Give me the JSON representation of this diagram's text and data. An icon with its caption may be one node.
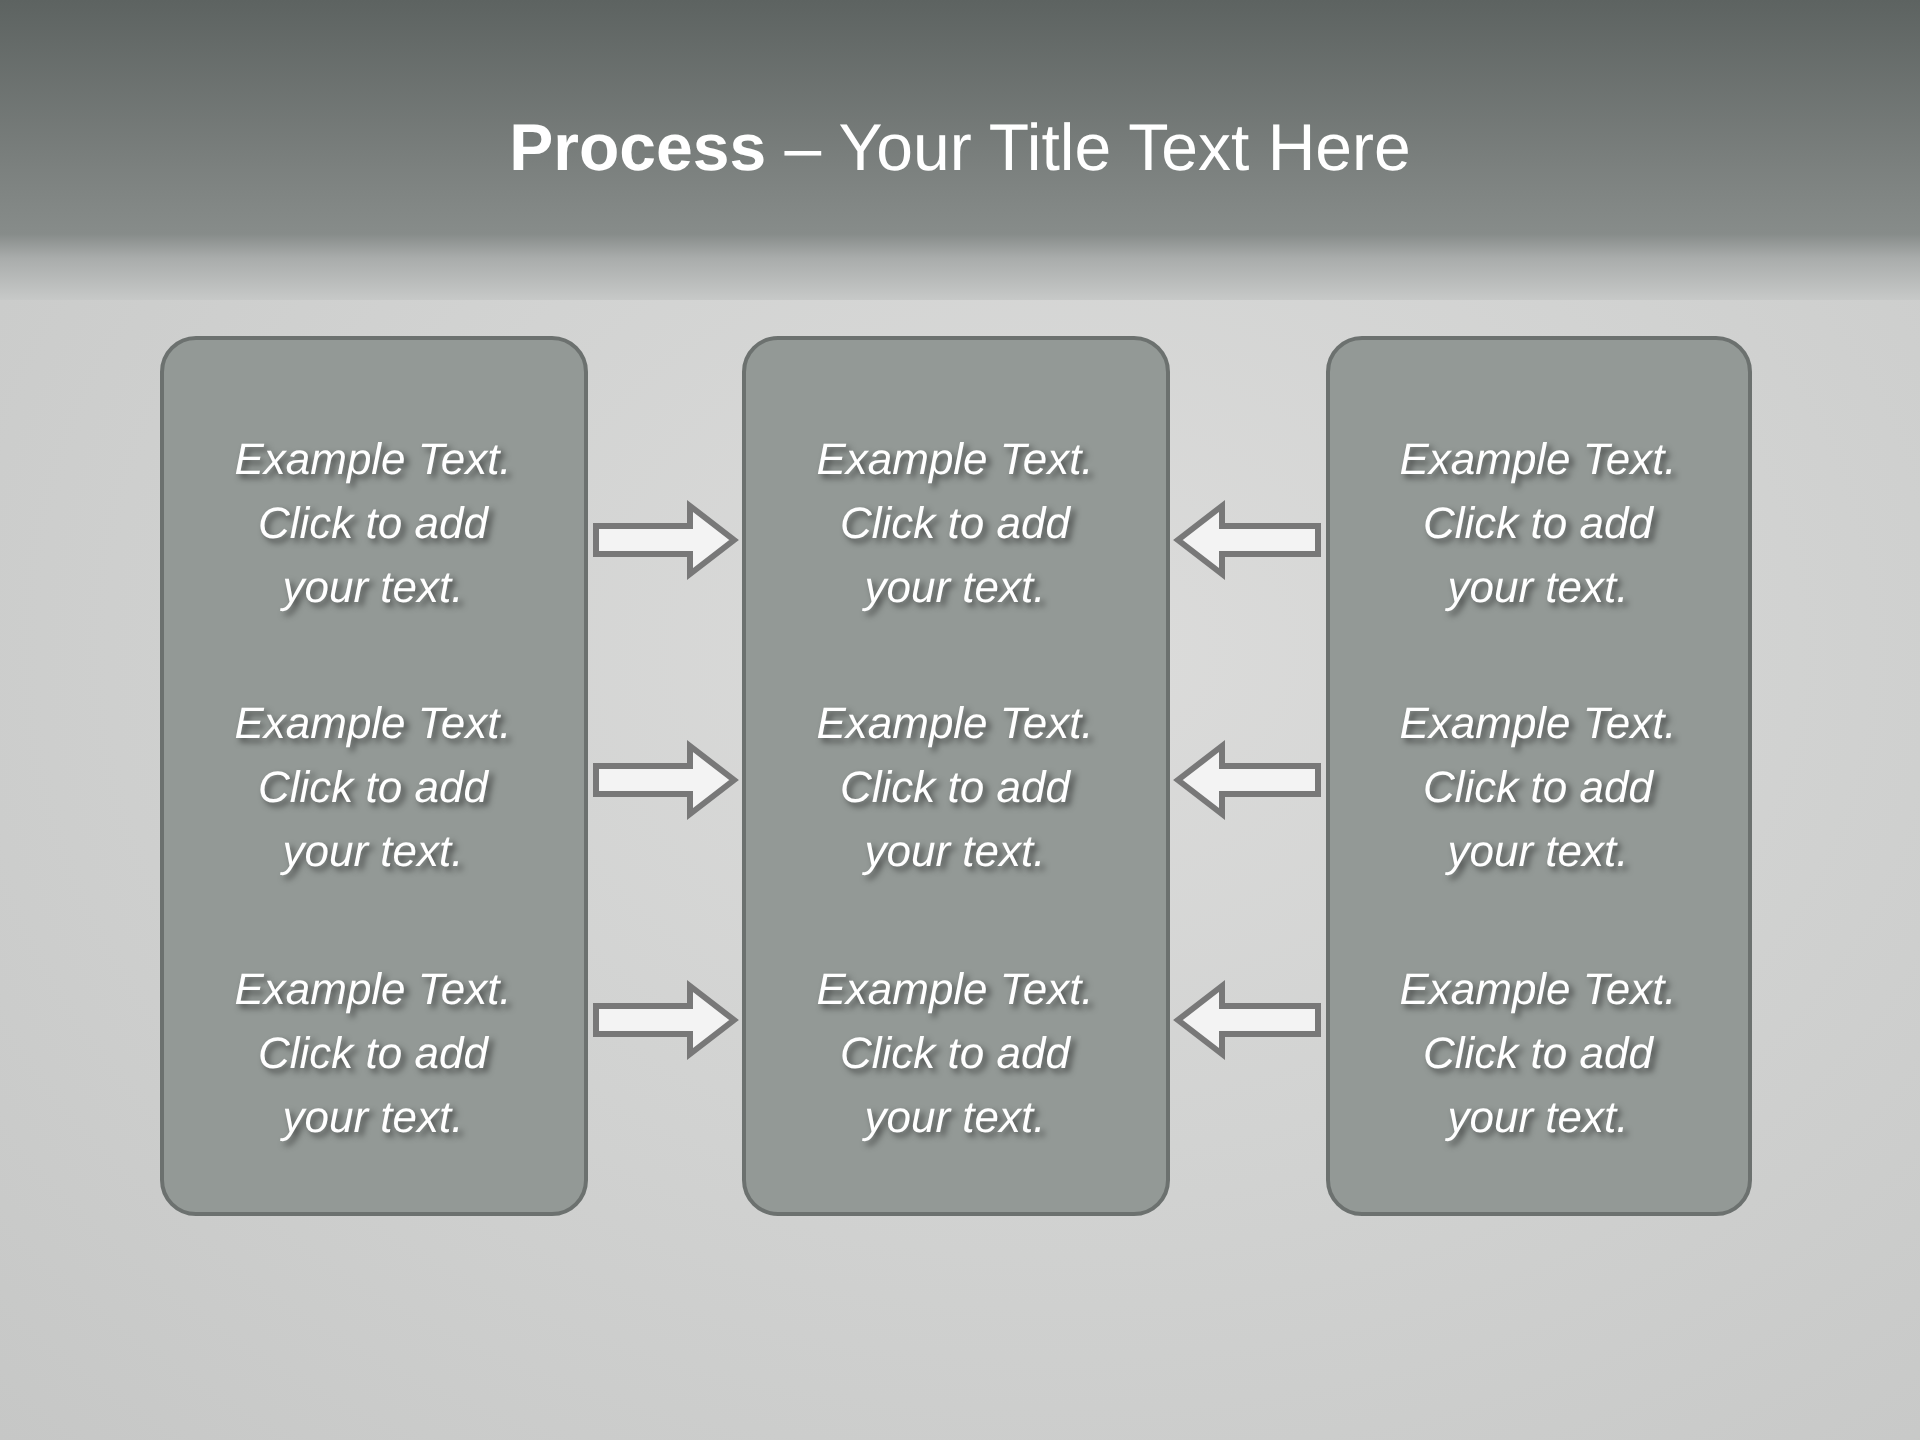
{
  "diagram": {
    "title": "**Process** – Your Title Text Here",
    "nodes": [
      {
        "text": [
          "Example Text. Click to add your text.",
          "Example Text. Click to add your text.",
          "Example Text. Click to add your text."
        ]
      },
      {
        "text": [
          "Example Text. Click to add your text.",
          "Example Text. Click to add your text.",
          "Example Text. Click to add your text."
        ]
      },
      {
        "text": [
          "Example Text. Click to add your text.",
          "Example Text. Click to add your text.",
          "Example Text. Click to add your text."
        ]
      }
    ],
    "edges": [
      {
        "from": 0,
        "to": 1,
        "arrow": "to"
      },
      {
        "from": 2,
        "to": 1,
        "arrow": "to"
      },
      {
        "from": 0,
        "to": 1,
        "arrow": "to"
      },
      {
        "from": 2,
        "to": 1,
        "arrow": "to"
      },
      {
        "from": 0,
        "to": 1,
        "arrow": "to"
      },
      {
        "from": 2,
        "to": 1,
        "arrow": "to"
      }
    ]
  }
}
